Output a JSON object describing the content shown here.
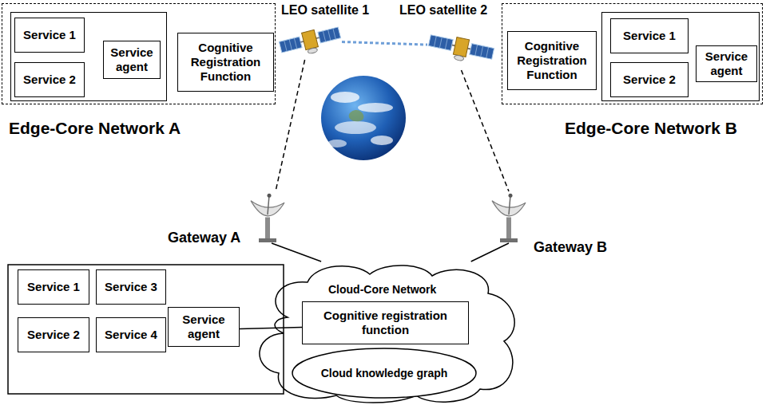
{
  "diagram": {
    "nodes": [
      {
        "text": [
          "Edge-Core Network A"
        ]
      },
      {
        "text": [
          "Service 1"
        ],
        "in": 0
      },
      {
        "text": [
          "Service 2"
        ],
        "in": 0
      },
      {
        "text": [
          "Service agent"
        ],
        "in": 0
      },
      {
        "text": [
          "Cognitive Registration Function"
        ],
        "in": 0
      },
      {
        "text": [
          "LEO satellite 1"
        ]
      },
      {
        "text": [
          "LEO satellite 2"
        ]
      },
      {
        "text": [
          "Edge-Core Network B"
        ]
      },
      {
        "text": [
          "Cognitive Registration Function"
        ],
        "in": 7
      },
      {
        "text": [
          "Service 1"
        ],
        "in": 7
      },
      {
        "text": [
          "Service 2"
        ],
        "in": 7
      },
      {
        "text": [
          "Service agent"
        ],
        "in": 7
      },
      {
        "text": [
          "Gateway A"
        ]
      },
      {
        "text": [
          "Gateway B"
        ]
      },
      {
        "text": [
          "Service 1"
        ]
      },
      {
        "text": [
          "Service 3"
        ]
      },
      {
        "text": [
          "Service 2"
        ]
      },
      {
        "text": [
          "Service 4"
        ]
      },
      {
        "text": [
          "Service agent"
        ]
      },
      {
        "text": [
          "Cloud-Core Network"
        ]
      },
      {
        "text": [
          "Cognitive registration function"
        ],
        "in": 19
      },
      {
        "text": [
          "Cloud knowledge graph"
        ],
        "in": 19
      }
    ],
    "edges": [
      {
        "from": 5,
        "to": 6,
        "arrow": "none"
      },
      {
        "from": 5,
        "to": 12,
        "arrow": "none"
      },
      {
        "from": 6,
        "to": 13,
        "arrow": "none"
      },
      {
        "from": 12,
        "to": 19,
        "arrow": "none"
      },
      {
        "from": 13,
        "to": 19,
        "arrow": "none"
      },
      {
        "from": 18,
        "to": 20,
        "arrow": "none"
      }
    ]
  }
}
